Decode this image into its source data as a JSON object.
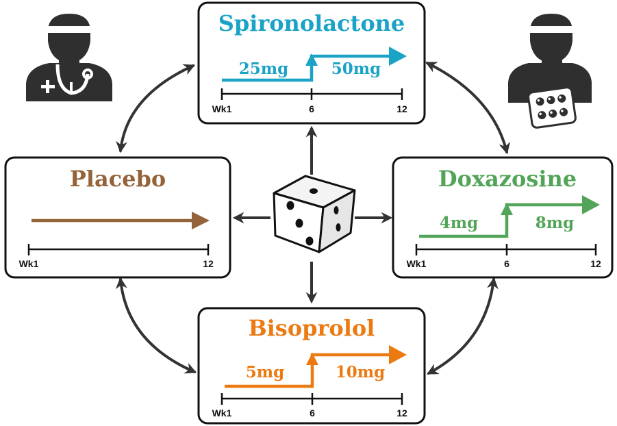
{
  "arms": {
    "spironolactone": {
      "name": "Spironolactone",
      "color": "#1aa3c6",
      "dose_start": "25mg",
      "dose_end": "50mg",
      "timeline": {
        "start": "Wk1",
        "mid": "6",
        "end": "12"
      }
    },
    "doxazosine": {
      "name": "Doxazosine",
      "color": "#52a558",
      "dose_start": "4mg",
      "dose_end": "8mg",
      "timeline": {
        "start": "Wk1",
        "mid": "6",
        "end": "12"
      }
    },
    "bisoprolol": {
      "name": "Bisoprolol",
      "color": "#ec7a12",
      "dose_start": "5mg",
      "dose_end": "10mg",
      "timeline": {
        "start": "Wk1",
        "mid": "6",
        "end": "12"
      }
    },
    "placebo": {
      "name": "Placebo",
      "color": "#946339",
      "timeline": {
        "start": "Wk1",
        "end": "12"
      }
    }
  },
  "icons": {
    "center": "dice-icon",
    "top_left": "doctor-icon",
    "top_right": "patient-icon"
  },
  "colors": {
    "line": "#333333",
    "box_border": "#111111"
  }
}
